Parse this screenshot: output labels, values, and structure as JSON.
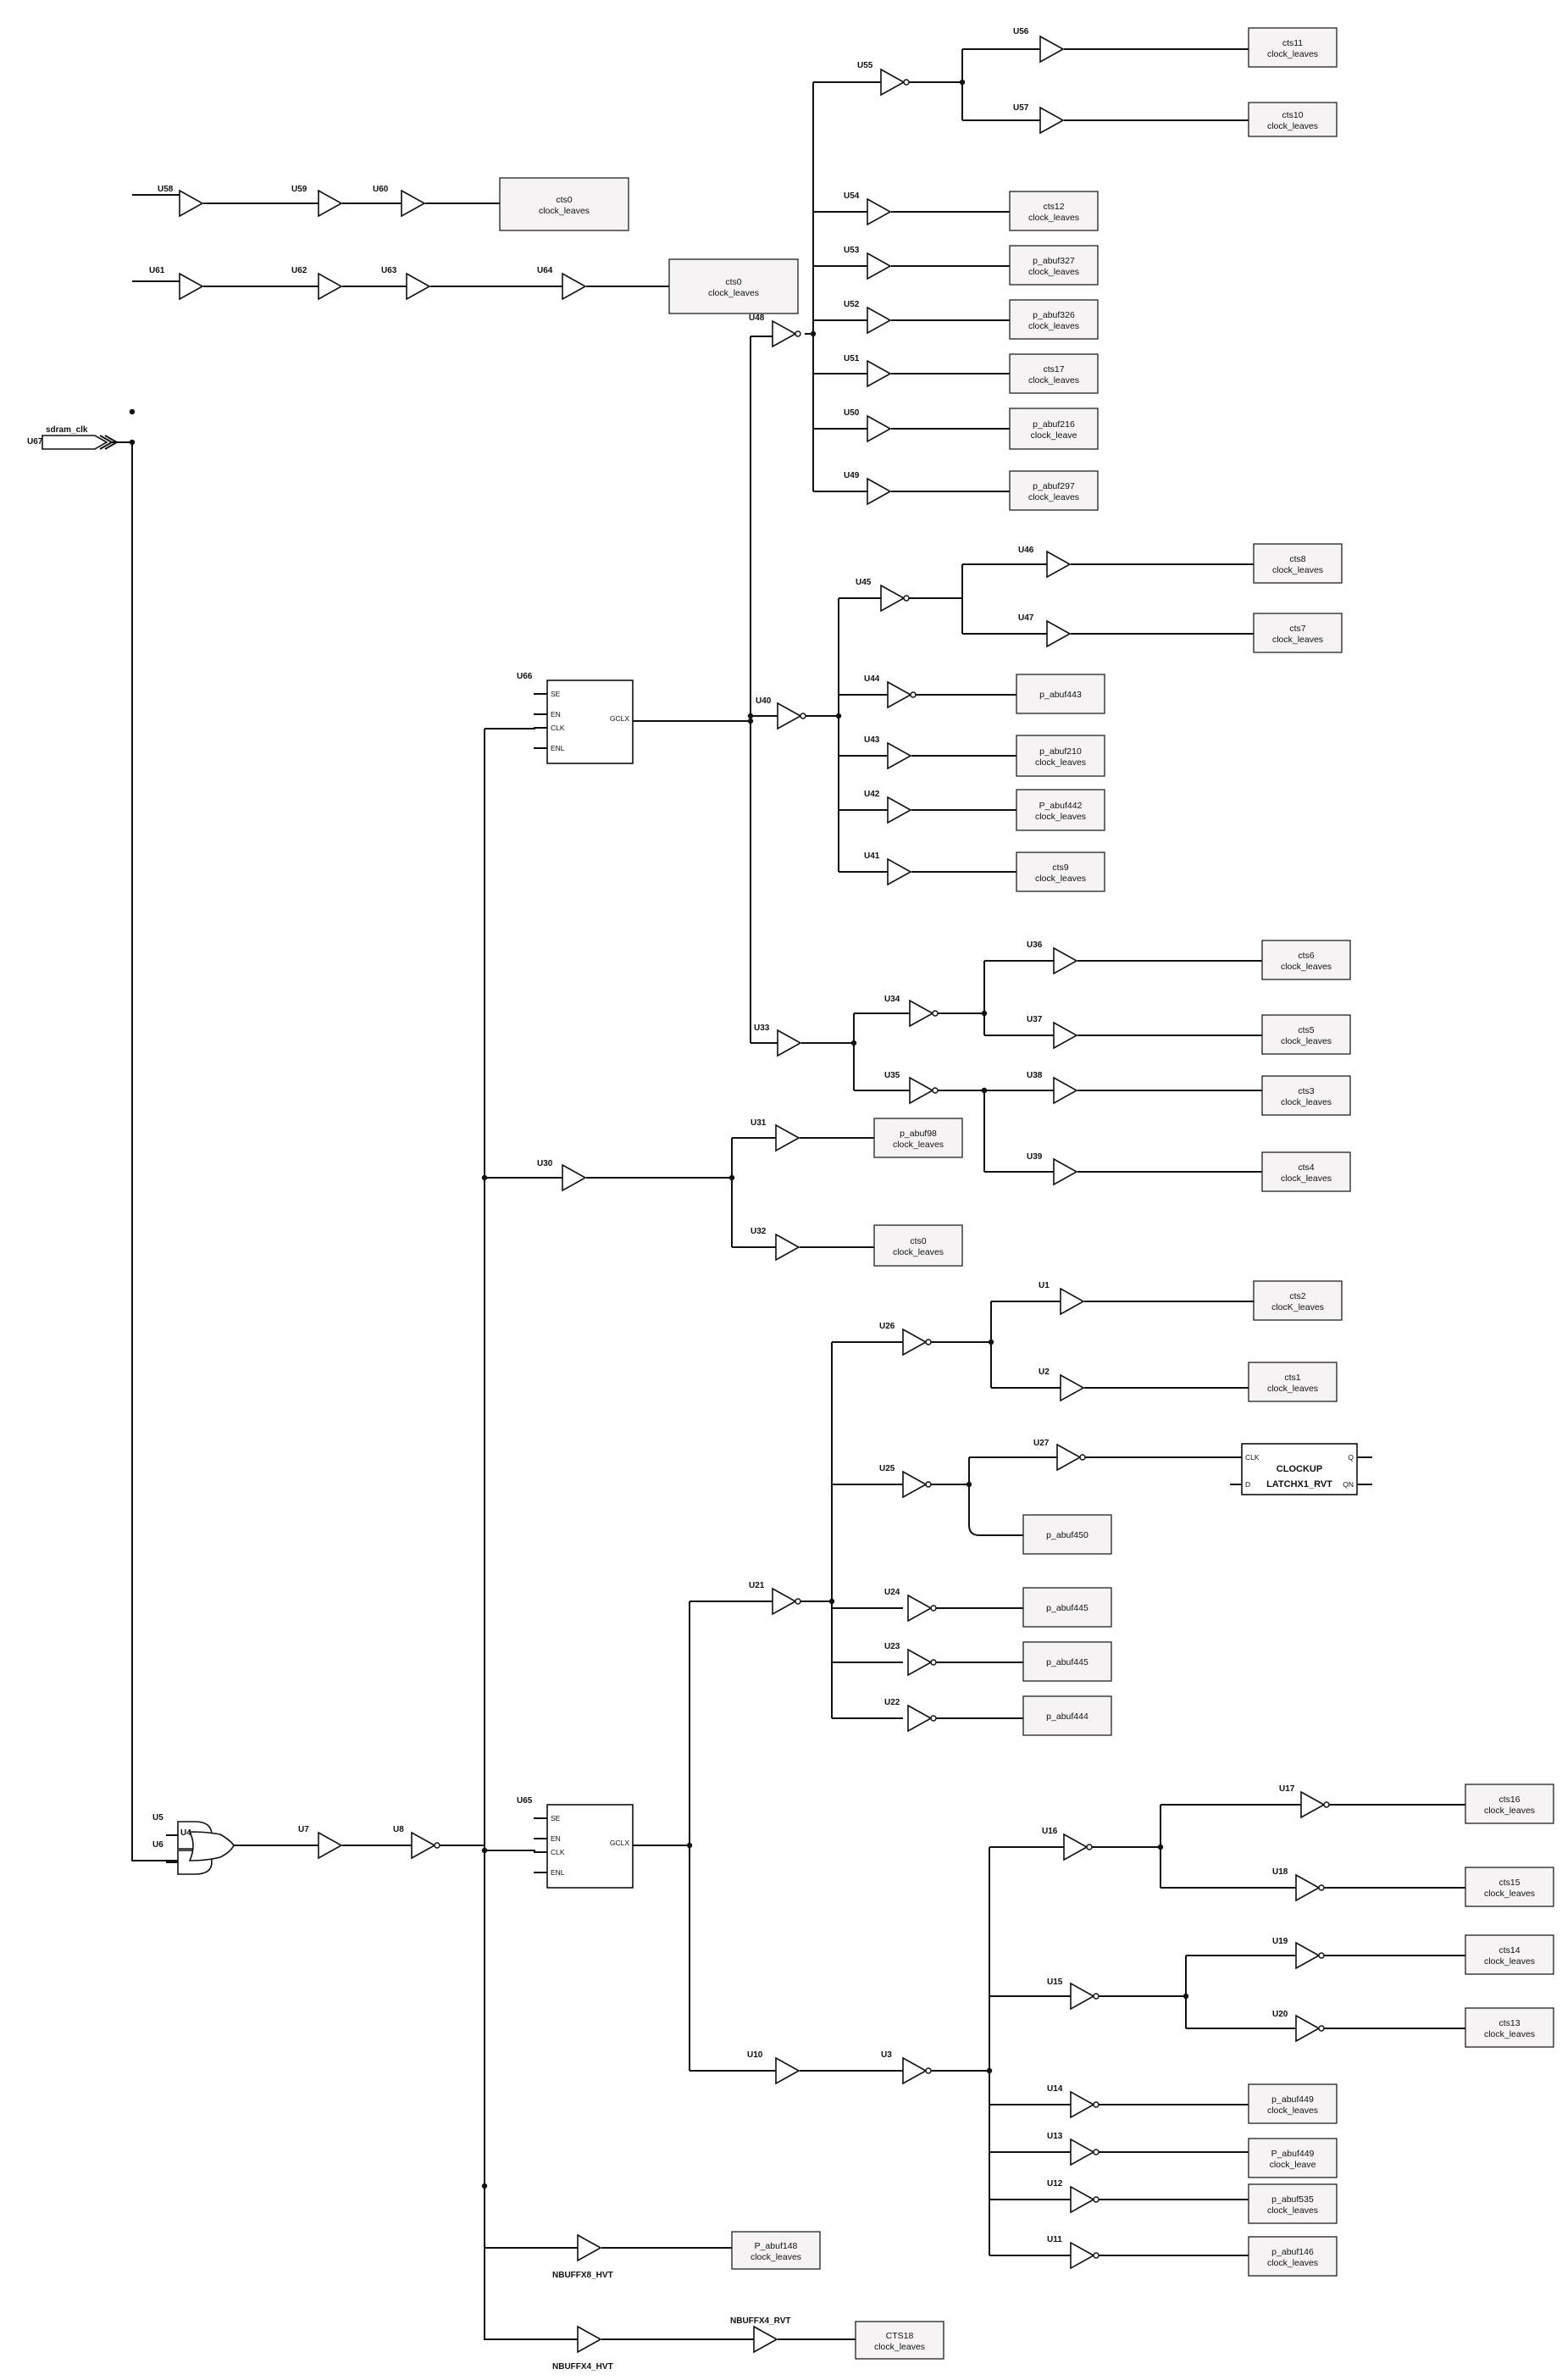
{
  "port": {
    "name": "sdram_clk",
    "inst": "U67"
  },
  "cells": {
    "U66": {
      "inst": "U66",
      "pins": [
        "SE",
        "EN",
        "CLK",
        "ENL"
      ],
      "out": "GCLX"
    },
    "U65": {
      "inst": "U65",
      "pins": [
        "SE",
        "EN",
        "CLK",
        "ENL"
      ],
      "out": "GCLX"
    },
    "latch": {
      "title": "CLOCKUP",
      "type": "LATCHX1_RVT",
      "pins": [
        "CLK",
        "D"
      ],
      "outs": [
        "Q",
        "QN"
      ]
    }
  },
  "gates": {
    "U4": {
      "inst": "U4"
    },
    "U5": {
      "inst": "U5"
    },
    "U6": {
      "inst": "U6"
    }
  },
  "buffers": {
    "U58": {
      "inst": "U58",
      "bubble": false
    },
    "U59": {
      "inst": "U59",
      "bubble": false
    },
    "U60": {
      "inst": "U60",
      "bubble": false
    },
    "U61": {
      "inst": "U61",
      "bubble": false
    },
    "U62": {
      "inst": "U62",
      "bubble": false
    },
    "U63": {
      "inst": "U63",
      "bubble": false
    },
    "U64": {
      "inst": "U64",
      "bubble": false
    },
    "U48": {
      "inst": "U48",
      "bubble": true
    },
    "U55": {
      "inst": "U55",
      "bubble": true
    },
    "U56": {
      "inst": "U56",
      "bubble": false
    },
    "U57": {
      "inst": "U57",
      "bubble": false
    },
    "U54": {
      "inst": "U54",
      "bubble": false
    },
    "U53": {
      "inst": "U53",
      "bubble": false
    },
    "U52": {
      "inst": "U52",
      "bubble": false
    },
    "U51": {
      "inst": "U51",
      "bubble": false
    },
    "U50": {
      "inst": "U50",
      "bubble": false
    },
    "U49": {
      "inst": "U49",
      "bubble": false
    },
    "U40": {
      "inst": "U40",
      "bubble": true
    },
    "U45": {
      "inst": "U45",
      "bubble": true
    },
    "U46": {
      "inst": "U46",
      "bubble": false
    },
    "U47": {
      "inst": "U47",
      "bubble": false
    },
    "U44": {
      "inst": "U44",
      "bubble": true
    },
    "U43": {
      "inst": "U43",
      "bubble": false
    },
    "U42": {
      "inst": "U42",
      "bubble": false
    },
    "U41": {
      "inst": "U41",
      "bubble": false
    },
    "U33": {
      "inst": "U33",
      "bubble": false
    },
    "U34": {
      "inst": "U34",
      "bubble": true
    },
    "U36": {
      "inst": "U36",
      "bubble": false
    },
    "U37": {
      "inst": "U37",
      "bubble": false
    },
    "U35": {
      "inst": "U35",
      "bubble": true
    },
    "U38": {
      "inst": "U38",
      "bubble": false
    },
    "U39": {
      "inst": "U39",
      "bubble": false
    },
    "U30": {
      "inst": "U30",
      "bubble": false
    },
    "U31": {
      "inst": "U31",
      "bubble": false
    },
    "U32": {
      "inst": "U32",
      "bubble": false
    },
    "U7": {
      "inst": "U7",
      "bubble": false
    },
    "U8": {
      "inst": "U8",
      "bubble": true
    },
    "U21": {
      "inst": "U21",
      "bubble": true
    },
    "U26": {
      "inst": "U26",
      "bubble": true
    },
    "U1": {
      "inst": "U1",
      "bubble": false
    },
    "U2": {
      "inst": "U2",
      "bubble": false
    },
    "U25": {
      "inst": "U25",
      "bubble": true
    },
    "U27": {
      "inst": "U27",
      "bubble": true
    },
    "U24": {
      "inst": "U24",
      "bubble": true
    },
    "U23": {
      "inst": "U23",
      "bubble": true
    },
    "U22": {
      "inst": "U22",
      "bubble": true
    },
    "U10": {
      "inst": "U10",
      "bubble": false
    },
    "U3": {
      "inst": "U3",
      "bubble": true
    },
    "U16": {
      "inst": "U16",
      "bubble": true
    },
    "U17": {
      "inst": "U17",
      "bubble": true
    },
    "U18": {
      "inst": "U18",
      "bubble": true
    },
    "U15": {
      "inst": "U15",
      "bubble": true
    },
    "U19": {
      "inst": "U19",
      "bubble": true
    },
    "U20": {
      "inst": "U20",
      "bubble": true
    },
    "U14": {
      "inst": "U14",
      "bubble": true
    },
    "U13": {
      "inst": "U13",
      "bubble": true
    },
    "U12": {
      "inst": "U12",
      "bubble": true
    },
    "U11": {
      "inst": "U11",
      "bubble": true
    },
    "NB8": {
      "inst": "NBUFFX8_HVT",
      "bubble": false
    },
    "NB4H": {
      "inst": "NBUFFX4_HVT",
      "bubble": false
    },
    "NB4R": {
      "inst": "NBUFFX4_RVT",
      "bubble": false
    }
  },
  "leaves": {
    "L_U60": [
      "cts0",
      "clock_leaves"
    ],
    "L_U64": [
      "cts0",
      "clock_leaves"
    ],
    "L_U56": [
      "cts11",
      "clock_leaves"
    ],
    "L_U57": [
      "cts10",
      "clock_leaves"
    ],
    "L_U54": [
      "cts12",
      "clock_leaves"
    ],
    "L_U53": [
      "p_abuf327",
      "clock_leaves"
    ],
    "L_U52": [
      "p_abuf326",
      "clock_leaves"
    ],
    "L_U51": [
      "cts17",
      "clock_leaves"
    ],
    "L_U50": [
      "p_abuf216",
      "clock_leave"
    ],
    "L_U49": [
      "p_abuf297",
      "clock_leaves"
    ],
    "L_U46": [
      "cts8",
      "clock_leaves"
    ],
    "L_U47": [
      "cts7",
      "clock_leaves"
    ],
    "L_U44": [
      "p_abuf443"
    ],
    "L_U43": [
      "p_abuf210",
      "clock_leaves"
    ],
    "L_U42": [
      "P_abuf442",
      "clock_leaves"
    ],
    "L_U41": [
      "cts9",
      "clock_leaves"
    ],
    "L_U36": [
      "cts6",
      "clock_leaves"
    ],
    "L_U37": [
      "cts5",
      "clock_leaves"
    ],
    "L_U38": [
      "cts3",
      "clock_leaves"
    ],
    "L_U39": [
      "cts4",
      "clock_leaves"
    ],
    "L_U31": [
      "p_abuf98",
      "clock_leaves"
    ],
    "L_U32": [
      "cts0",
      "clock_leaves"
    ],
    "L_U1": [
      "cts2",
      "clocK_leaves"
    ],
    "L_U2": [
      "cts1",
      "clock_leaves"
    ],
    "L_U25": [
      "p_abuf450"
    ],
    "L_U24": [
      "p_abuf445"
    ],
    "L_U23": [
      "p_abuf445"
    ],
    "L_U22": [
      "p_abuf444"
    ],
    "L_U17": [
      "cts16",
      "clock_leaves"
    ],
    "L_U18": [
      "cts15",
      "clock_leaves"
    ],
    "L_U19": [
      "cts14",
      "clock_leaves"
    ],
    "L_U20": [
      "cts13",
      "clock_leaves"
    ],
    "L_U14": [
      "p_abuf449",
      "clock_leaves"
    ],
    "L_U13": [
      "P_abuf449",
      "clock_leave"
    ],
    "L_U12": [
      "p_abuf535",
      "clock_leaves"
    ],
    "L_U11": [
      "p_abuf146",
      "clock_leaves"
    ],
    "L_NB8": [
      "P_abuf148",
      "clock_leaves"
    ],
    "L_NB4R": [
      "CTS18",
      "clock_leaves"
    ]
  }
}
